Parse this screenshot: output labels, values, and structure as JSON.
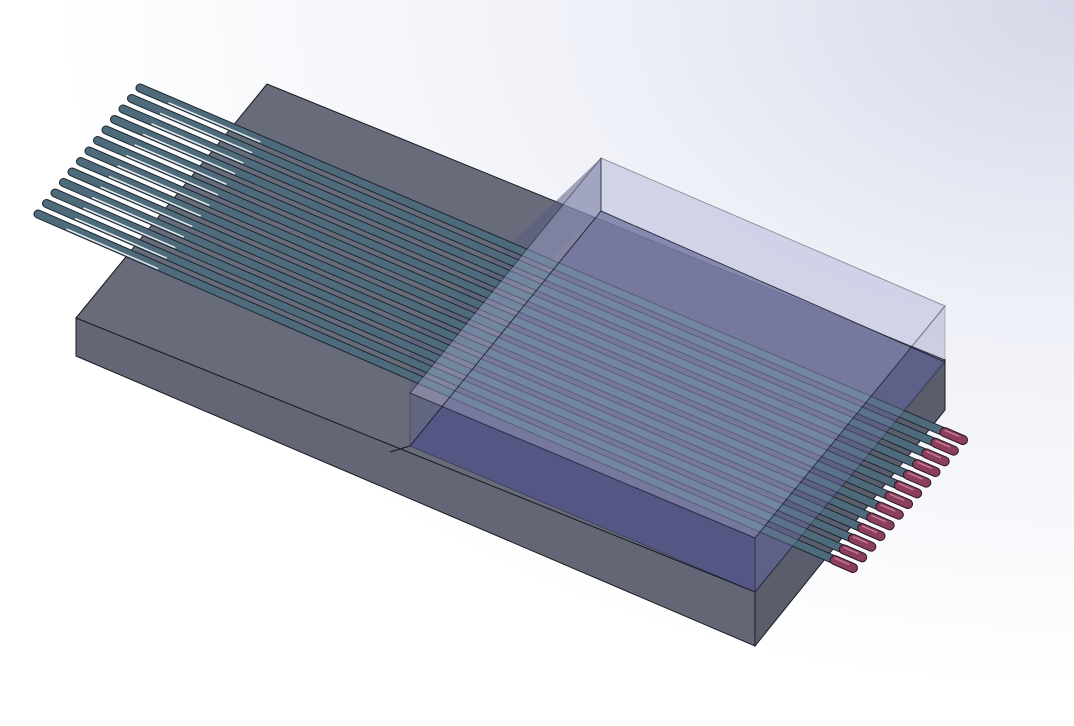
{
  "scene": {
    "view": "isometric",
    "background": {
      "top": "#ffffff",
      "mid": "#eef0f7",
      "corner": "#d9dcea"
    },
    "components": [
      {
        "name": "base-block",
        "material": "opaque",
        "color_top": "#6b6e7b",
        "color_front": "#666978",
        "color_side": "#5c5f6d"
      },
      {
        "name": "transparent-cover-block",
        "material": "translucent",
        "color_top": "#a5a9cd",
        "color_interior": "#4d5078"
      },
      {
        "name": "rod-array",
        "count": 13,
        "rod_color": "#4e6b7c",
        "rod_highlight": "#ffffff",
        "tip_color": "#8b3f5c",
        "tip_edge": "#c77896"
      }
    ]
  }
}
